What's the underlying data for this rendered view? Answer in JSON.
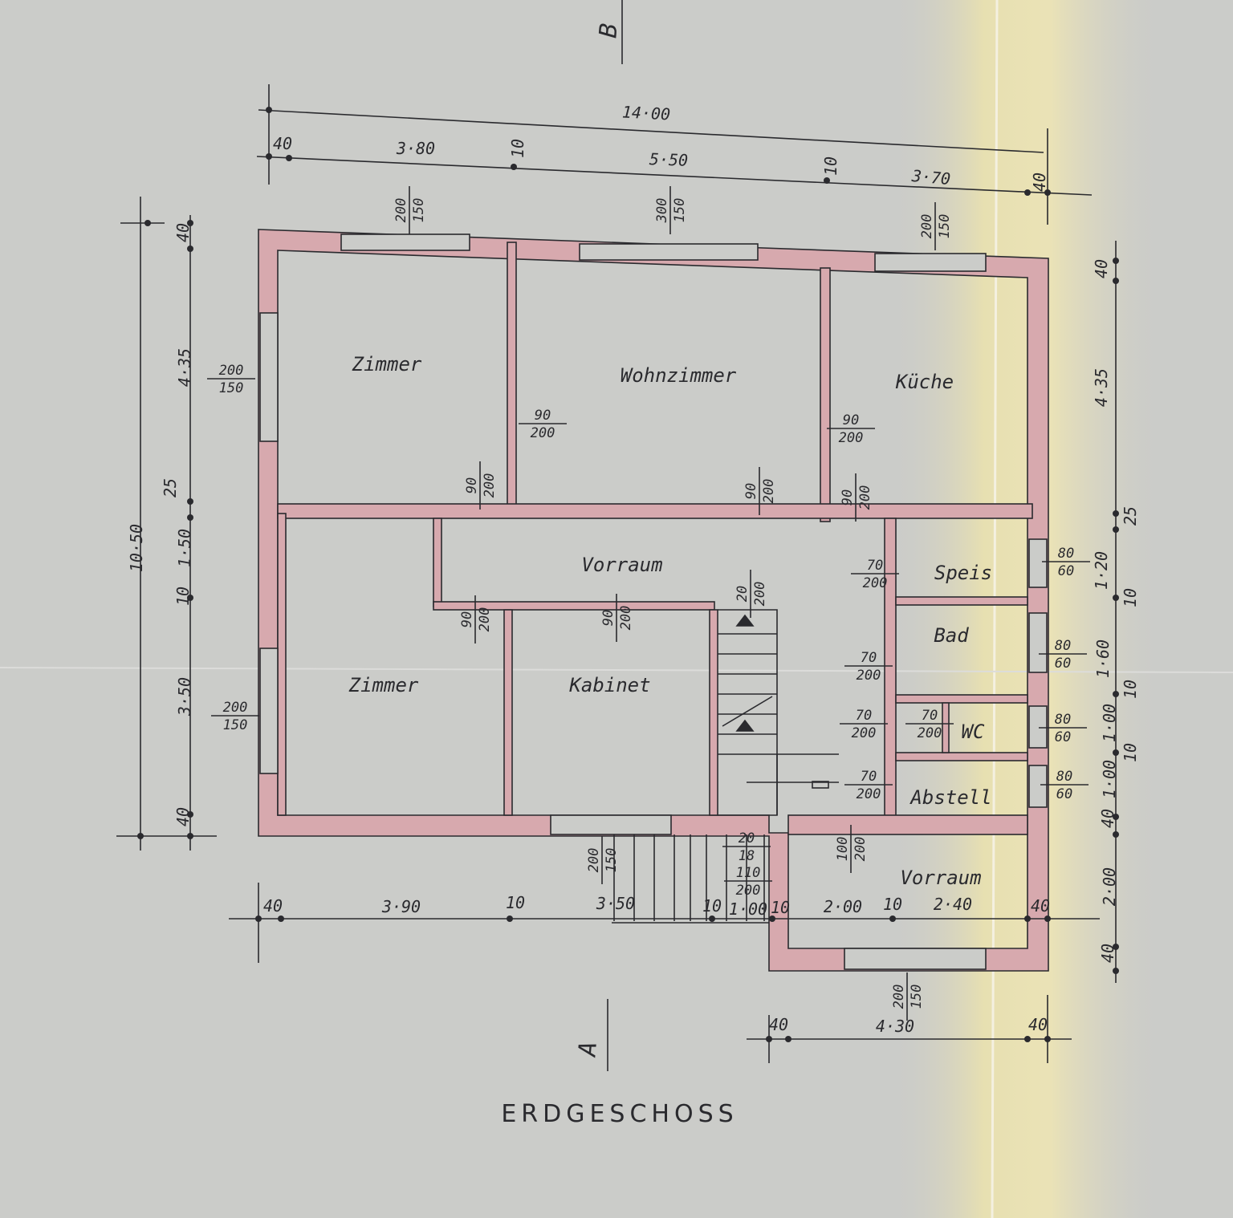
{
  "title": "ERDGESCHOSS",
  "section_markers": {
    "top": "B",
    "bottom": "A"
  },
  "rooms": [
    {
      "label": "Zimmer"
    },
    {
      "label": "Wohnzimmer"
    },
    {
      "label": "Küche"
    },
    {
      "label": "Vorraum"
    },
    {
      "label": "Zimmer"
    },
    {
      "label": "Kabinet"
    },
    {
      "label": "Speis"
    },
    {
      "label": "Bad"
    },
    {
      "label": "WC"
    },
    {
      "label": "Abstell"
    },
    {
      "label": "Vorraum"
    }
  ],
  "dimensions": [
    "14·00",
    "40",
    "3·80",
    "10",
    "5·50",
    "10",
    "3·70",
    "40",
    "10·50",
    "4·35",
    "40",
    "25",
    "1·50",
    "10",
    "3·50",
    "40",
    "40",
    "4·35",
    "25",
    "1·20",
    "10",
    "1·60",
    "10",
    "1·00",
    "10",
    "1·00",
    "40",
    "2·00",
    "40",
    "40",
    "3·90",
    "10",
    "3·50",
    "10",
    "1·00",
    "10",
    "2·00",
    "10",
    "2·40",
    "40",
    "40",
    "4·30",
    "40"
  ],
  "openings": [
    {
      "w": "200",
      "h": "150"
    },
    {
      "w": "300",
      "h": "150"
    },
    {
      "w": "200",
      "h": "150"
    },
    {
      "w": "200",
      "h": "150"
    },
    {
      "w": "200",
      "h": "150"
    },
    {
      "w": "90",
      "h": "200"
    },
    {
      "w": "90",
      "h": "200"
    },
    {
      "w": "90",
      "h": "200"
    },
    {
      "w": "90",
      "h": "200"
    },
    {
      "w": "90",
      "h": "200"
    },
    {
      "w": "90",
      "h": "200"
    },
    {
      "w": "90",
      "h": "200"
    },
    {
      "w": "20",
      "h": "200"
    },
    {
      "w": "70",
      "h": "200"
    },
    {
      "w": "70",
      "h": "200"
    },
    {
      "w": "70",
      "h": "200"
    },
    {
      "w": "70",
      "h": "200"
    },
    {
      "w": "70",
      "h": "200"
    },
    {
      "w": "80",
      "h": "60"
    },
    {
      "w": "80",
      "h": "60"
    },
    {
      "w": "80",
      "h": "60"
    },
    {
      "w": "80",
      "h": "60"
    },
    {
      "w": "200",
      "h": "150"
    },
    {
      "w": "20",
      "h": "18"
    },
    {
      "w": "110",
      "h": "200"
    },
    {
      "w": "100",
      "h": "200"
    },
    {
      "w": "200",
      "h": "150"
    }
  ],
  "colors": {
    "paper": "#cbccc9",
    "wall": "#d7a9ae",
    "ink": "#2a2a2e",
    "fold": "#e9dfa8"
  }
}
